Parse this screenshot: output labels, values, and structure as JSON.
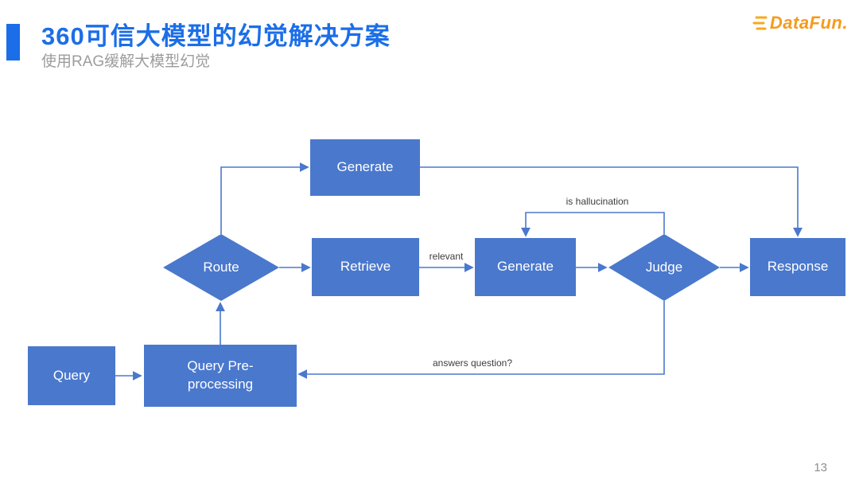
{
  "slide": {
    "title": "360可信大模型的幻觉解决方案",
    "subtitle": "使用RAG缓解大模型幻觉",
    "logo_text": "DataFun.",
    "page_number": "13"
  },
  "colors": {
    "title_blue": "#1b6ee8",
    "box_blue": "#4a78cd",
    "arrow_blue": "#4a78cd",
    "subtitle_gray": "#9c9c9c",
    "logo_orange": "#f59b1c",
    "edge_label_text": "#3d3d3d"
  },
  "diagram": {
    "nodes": [
      {
        "id": "generate_top",
        "label": "Generate",
        "type": "rect"
      },
      {
        "id": "route",
        "label": "Route",
        "type": "diamond"
      },
      {
        "id": "retrieve",
        "label": "Retrieve",
        "type": "rect"
      },
      {
        "id": "generate_mid",
        "label": "Generate",
        "type": "rect"
      },
      {
        "id": "judge",
        "label": "Judge",
        "type": "diamond"
      },
      {
        "id": "response",
        "label": "Response",
        "type": "rect"
      },
      {
        "id": "query",
        "label": "Query",
        "type": "rect"
      },
      {
        "id": "query_preprocessing",
        "label": "Query Pre-processing",
        "type": "rect"
      }
    ],
    "edge_labels": {
      "relevant": "relevant",
      "is_hallucination": "is hallucination",
      "answers_question": "answers question?"
    }
  }
}
